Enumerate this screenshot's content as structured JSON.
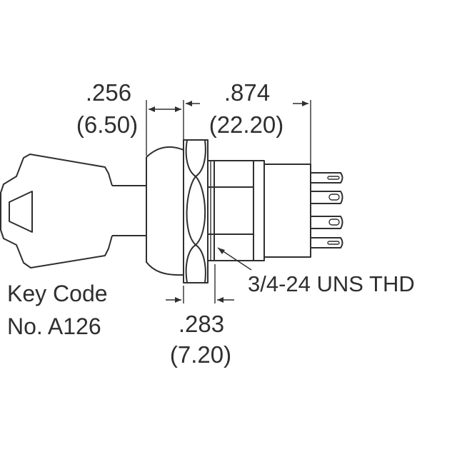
{
  "dimensions": {
    "cap_depth": {
      "inch": ".256",
      "mm": "(6.50)"
    },
    "body_length": {
      "inch": ".874",
      "mm": "(22.20)"
    },
    "nut_thickness": {
      "inch": ".283",
      "mm": "(7.20)"
    }
  },
  "thread_label": "3/4-24 UNS THD",
  "key_code": {
    "line1": "Key Code",
    "line2": "No. A126"
  },
  "colors": {
    "line": "#2f2f2f",
    "background": "#ffffff"
  }
}
